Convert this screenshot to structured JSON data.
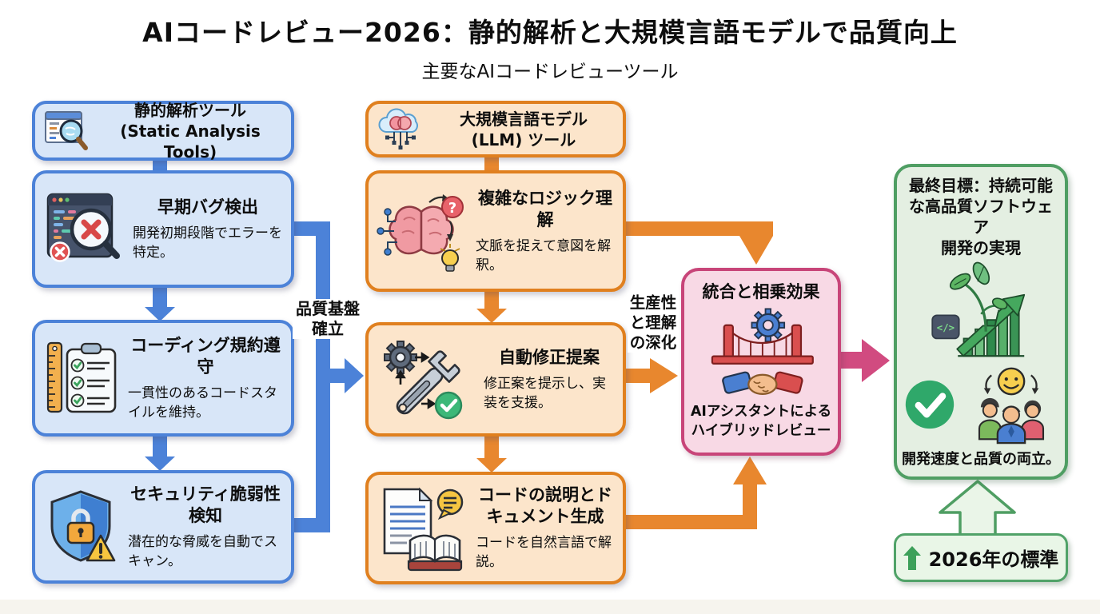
{
  "header": {
    "title": "AIコードレビュー2026：静的解析と大規模言語モデルで品質向上",
    "subtitle": "主要なAIコードレビューツール"
  },
  "static_column": {
    "header_title": "静的解析ツール",
    "header_subtitle": "(Static Analysis Tools)",
    "items": [
      {
        "title": "早期バグ検出",
        "body": "開発初期段階でエラーを特定。",
        "icon": "code-window-error-icon"
      },
      {
        "title": "コーディング規約遵守",
        "body": "一貫性のあるコードスタイルを維持。",
        "icon": "ruler-checklist-icon"
      },
      {
        "title": "セキュリティ脆弱性検知",
        "body": "潜在的な脅威を自動でスキャン。",
        "icon": "shield-lock-warning-icon"
      }
    ]
  },
  "llm_column": {
    "header_title": "大規模言語モデル",
    "header_subtitle": "(LLM) ツール",
    "items": [
      {
        "title": "複雑なロジック理解",
        "body": "文脈を捉えて意図を解釈。",
        "icon": "brain-logic-icon"
      },
      {
        "title": "自動修正提案",
        "body": "修正案を提示し、実装を支援。",
        "icon": "gear-wrench-check-icon"
      },
      {
        "title": "コードの説明とドキュメント生成",
        "body": "コードを自然言語で解説。",
        "icon": "document-book-icon"
      }
    ]
  },
  "integration": {
    "title": "統合と相乗効果",
    "caption_lines": [
      "AIアシスタントによる",
      "ハイブリッドレビュー"
    ],
    "icon": "bridge-handshake-gear-icon"
  },
  "goal": {
    "title_lines": [
      "最終目標：持続可能",
      "な高品質ソフトウェア",
      "開発の実現"
    ],
    "caption": "開発速度と品質の両立。",
    "code_badge": "</>",
    "icons": [
      "growth-plant-chart-icon",
      "check-circle-icon",
      "team-smiley-icon"
    ]
  },
  "standard_badge": {
    "label": "2026年の標準",
    "icon": "up-arrow-icon"
  },
  "flow_labels": {
    "quality_foundation": "品質基盤確立",
    "productivity": "生産性と理解の深化"
  },
  "icons": {
    "static_header": "window-magnifier-icon",
    "llm_header": "cloud-brain-icon",
    "question_mark": "?"
  },
  "colors": {
    "blue_fill": "#d8e6f8",
    "blue_border": "#4c82d8",
    "arrow_blue": "#4c82d8",
    "orange_fill": "#fce5cb",
    "orange_border": "#e0801f",
    "arrow_orange": "#e8872e",
    "pink_fill": "#f8d9e5",
    "pink_border": "#c84579",
    "arrow_pink": "#d14b80",
    "green_fill": "#e4efe2",
    "green_border": "#4f9e63"
  }
}
